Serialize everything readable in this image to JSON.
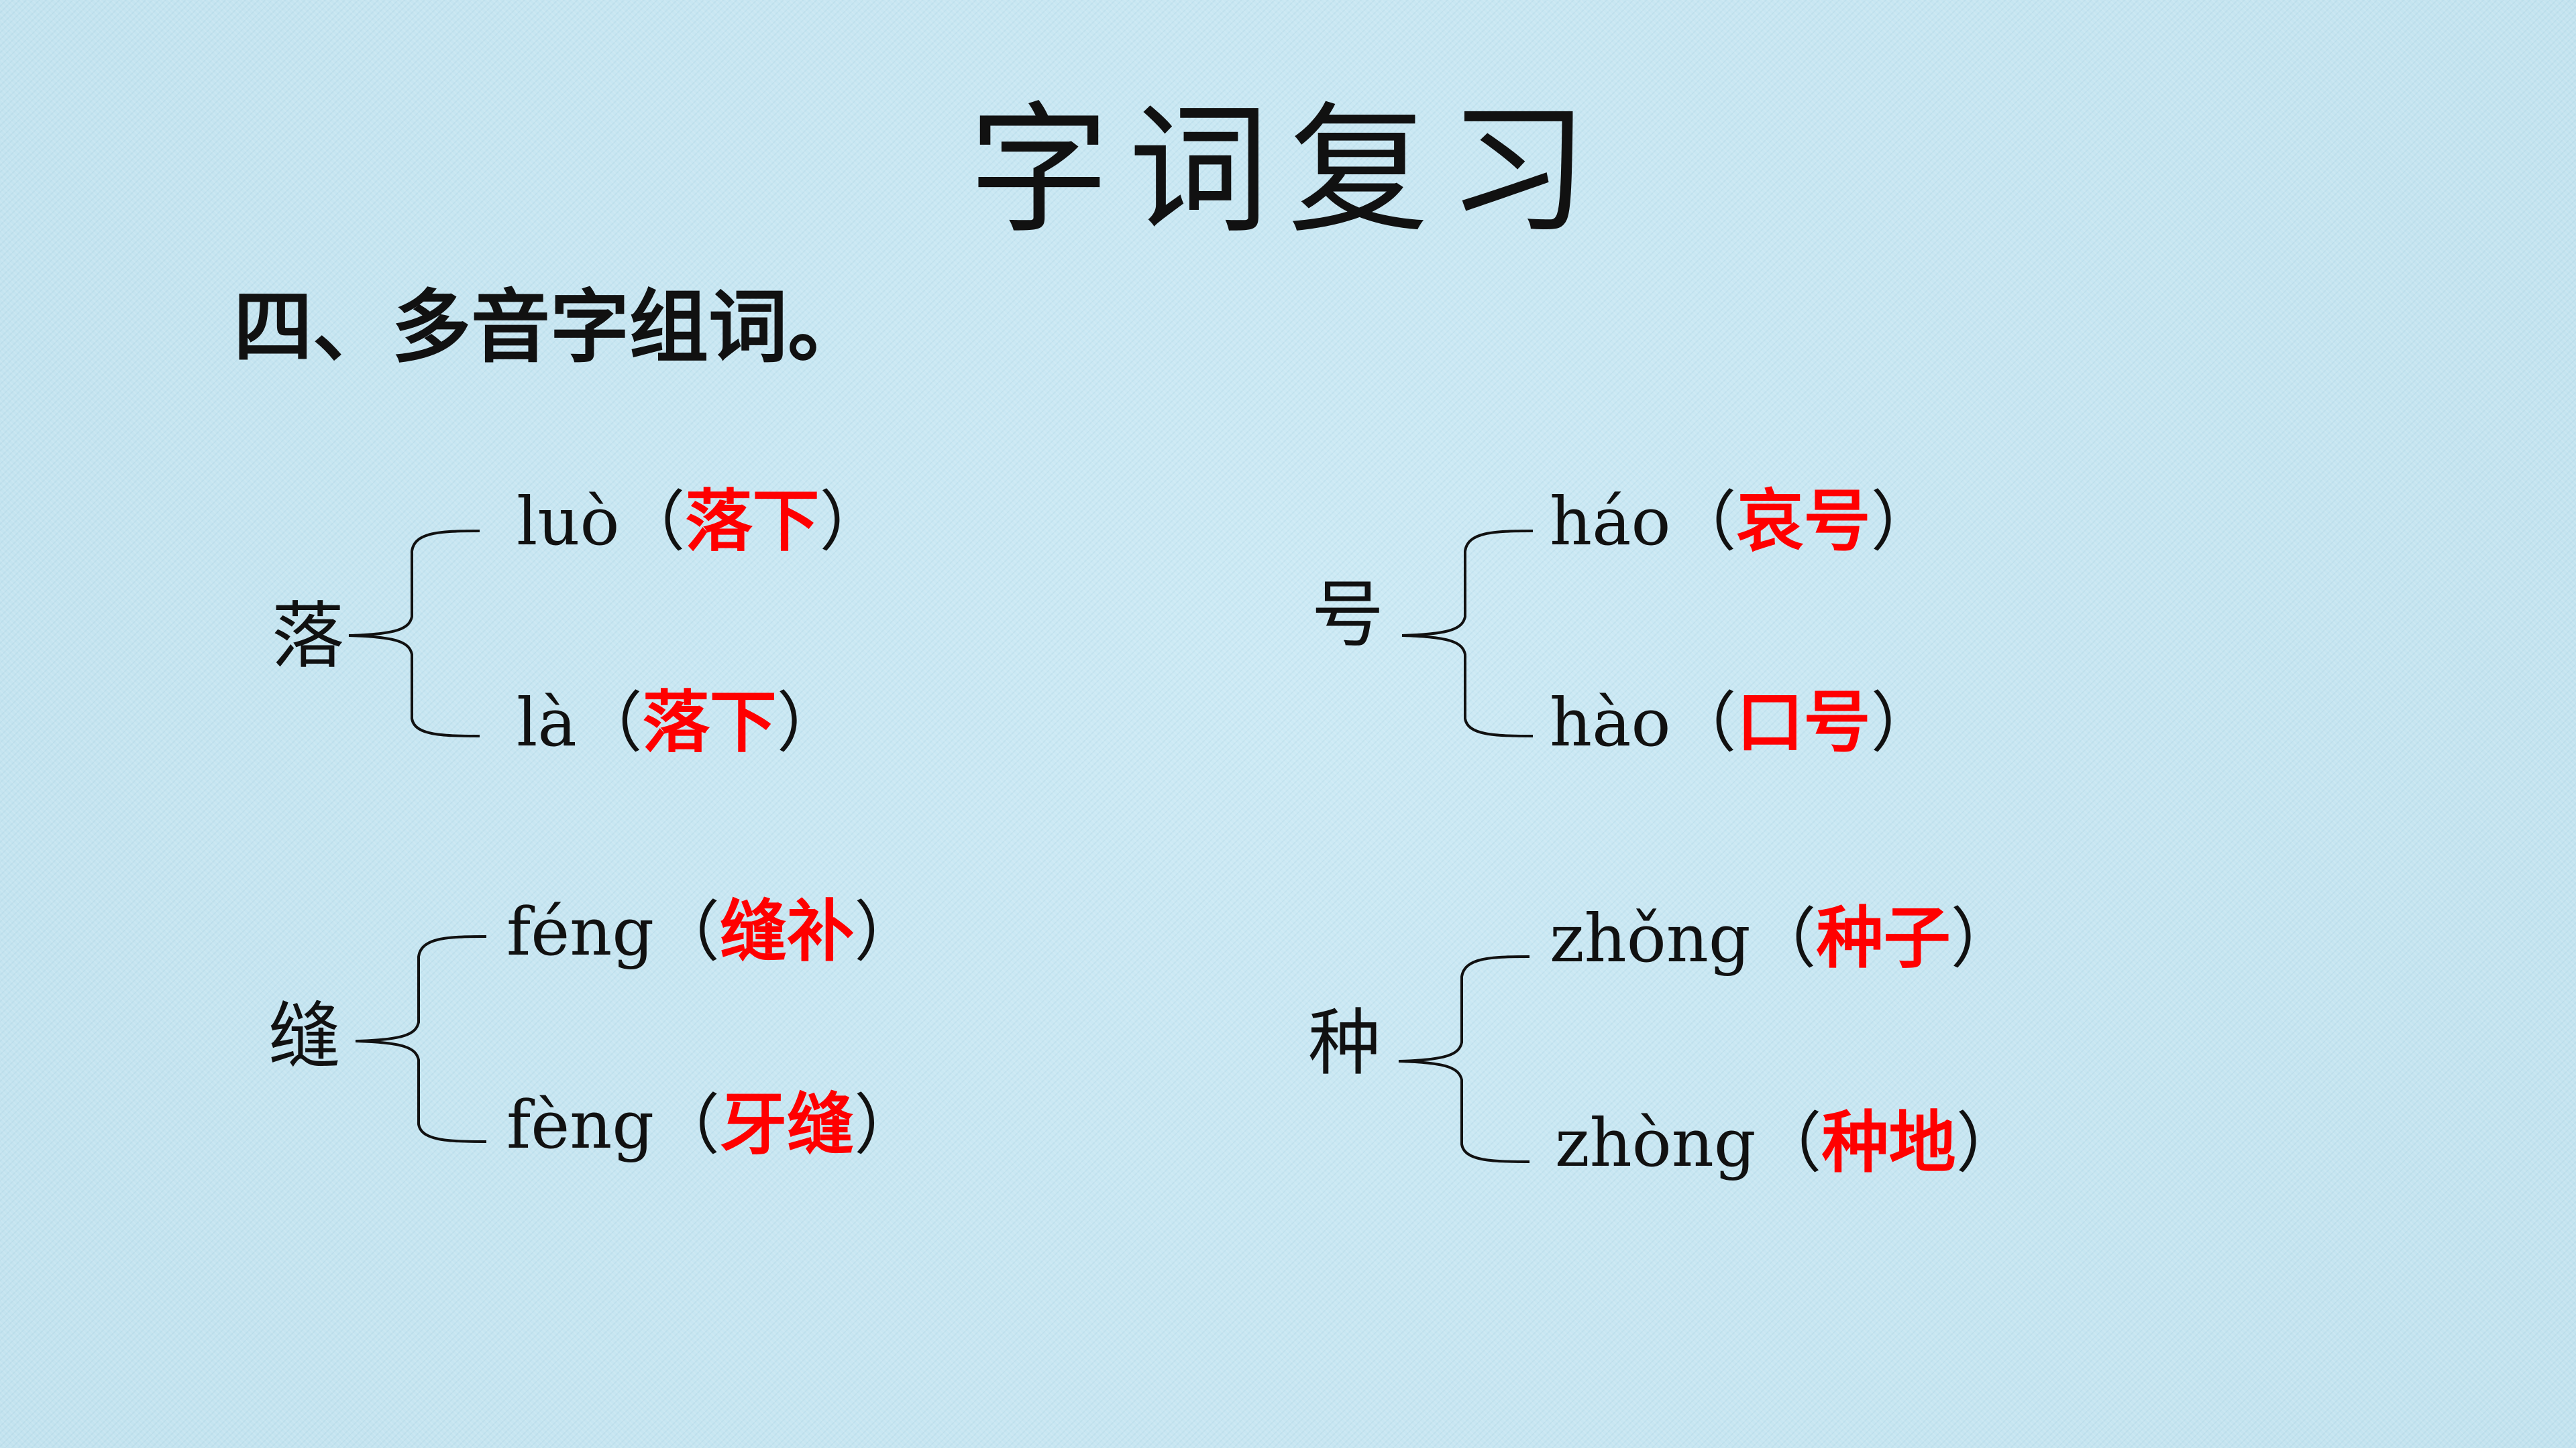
{
  "title": "字词复习",
  "section": "四、多音字组词。",
  "colors": {
    "answer": "#ff0000",
    "text": "#111111",
    "background": "#c9e7f2"
  },
  "groups": [
    {
      "char": "落",
      "readings": [
        {
          "pinyin": "luò",
          "open": "（",
          "word": "落下",
          "close": "）"
        },
        {
          "pinyin": "là",
          "open": "（",
          "word": "落下",
          "close": "）"
        }
      ]
    },
    {
      "char": "号",
      "readings": [
        {
          "pinyin": "háo",
          "open": "（",
          "word": "哀号",
          "close": "）"
        },
        {
          "pinyin": "hào",
          "open": "（",
          "word": "口号",
          "close": "）"
        }
      ]
    },
    {
      "char": "缝",
      "readings": [
        {
          "pinyin": "féng",
          "open": "（",
          "word": "缝补",
          "close": "）"
        },
        {
          "pinyin": "fèng",
          "open": "（",
          "word": "牙缝",
          "close": "）"
        }
      ]
    },
    {
      "char": "种",
      "readings": [
        {
          "pinyin": "zhǒng",
          "open": "（",
          "word": "种子",
          "close": "）"
        },
        {
          "pinyin": "zhòng",
          "open": "（",
          "word": "种地",
          "close": "）"
        }
      ]
    }
  ]
}
